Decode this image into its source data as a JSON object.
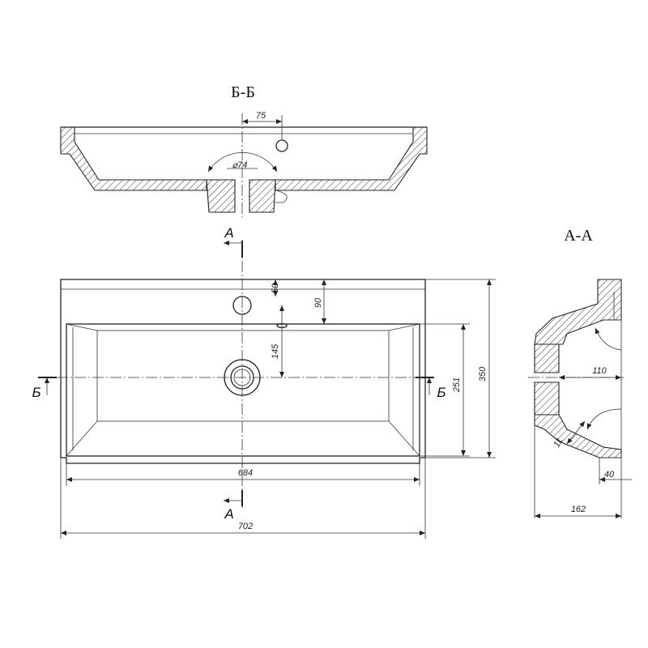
{
  "titles": {
    "section_bb": "Б-Б",
    "section_aa": "А-А"
  },
  "markers": {
    "a_top": "А",
    "a_bottom": "А",
    "b_left": "Б",
    "b_right": "Б"
  },
  "dimensions": {
    "bb_tap_offset": "75",
    "bb_drain_diameter": "⌀74",
    "tap_from_edge": "50",
    "basin_from_edge": "90",
    "drain_from_edge": "145",
    "basin_depth": "251",
    "total_depth": "350",
    "basin_width": "684",
    "total_width": "702",
    "aa_drain_offset": "110",
    "aa_wall": "11",
    "aa_rim": "40",
    "aa_height": "162"
  }
}
